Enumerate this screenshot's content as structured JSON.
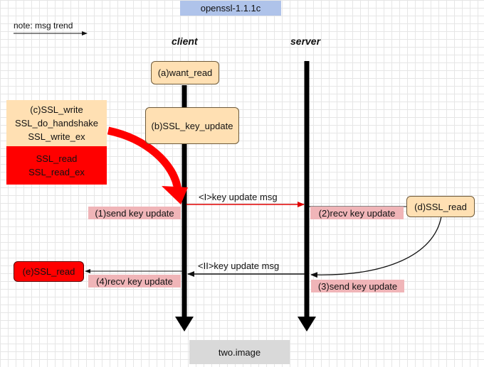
{
  "title": "openssl-1.1.1c",
  "footer": "two.image",
  "note": "note: msg trend",
  "actors": {
    "client": "client",
    "server": "server"
  },
  "steps": {
    "a": "(a)want_read",
    "b": "(b)SSL_key_update",
    "c": [
      "(c)SSL_write",
      "SSL_do_handshake",
      "SSL_write_ex"
    ],
    "c_red": [
      "SSL_read",
      "SSL_read_ex"
    ],
    "d": "(d)SSL_read",
    "e": "(e)SSL_read"
  },
  "labels": {
    "send1": "(1)send key update",
    "recv2": "(2)recv key update",
    "send3": "(3)send key update",
    "recv4": "(4)recv key update"
  },
  "messages": {
    "m1": "<I>key update msg",
    "m2": "<II>key update msg"
  },
  "colors": {
    "title_bg": "#afc3ea",
    "request_bg": "#ffe0b3",
    "alert_red": "#ff0000",
    "label_pink": "#f0b5b8",
    "footer_bg": "#d9d9d9"
  }
}
